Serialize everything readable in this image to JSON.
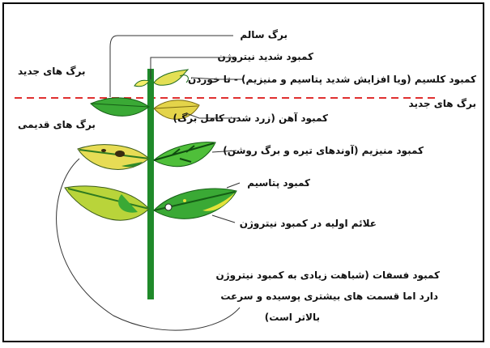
{
  "labels": {
    "healthy_leaf": "برگ سالم",
    "severe_n_deficiency": "کمبود شدید نیتروژن",
    "calcium_deficiency": "کمبود کلسیم (ویا افزایش شدید پتاسیم و منیزیم) - تا خوردن",
    "calcium_deficiency_2": "برگ های جدید",
    "new_leaves": "برگ های جدید",
    "old_leaves": "برگ های قدیمی",
    "iron_deficiency": "کمبود آهن (زرد شدن کامل برگ)",
    "magnesium_deficiency": "کمبود منیزیم (آوندهای تیره و برگ روشن)",
    "potassium_deficiency": "کمبود پتاسیم",
    "early_n_deficiency": "علائم اولیه در کمبود نیتروژن",
    "phosphate_line1": "کمبود فسفات (شباهت زیادی به کمبود نیتروژن",
    "phosphate_line2": "دارد اما قسمت های بیشتری پوسیده و سرعت",
    "phosphate_line3": "بالاتر است)"
  },
  "colors": {
    "stem": "#1f8a2a",
    "healthy": "#3aa935",
    "yellow": "#e4e23a",
    "divider": "#e03030",
    "lines": "#333333"
  }
}
